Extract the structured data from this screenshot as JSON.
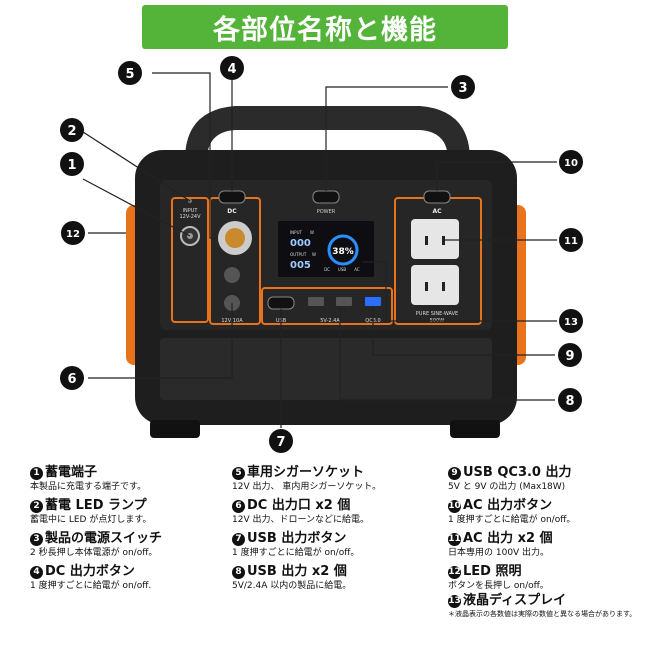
{
  "banner": {
    "title": "各部位名称と機能"
  },
  "device": {
    "input_label": "INPUT",
    "input_voltage": "12V-24V",
    "dc_label": "DC",
    "power_label": "POWER",
    "ac_label": "AC",
    "dc_rating": "12V/10A",
    "usb_label": "USB",
    "usb_rating": "5V-2.4A",
    "qc_label": "QC3.0",
    "sine_label": "PURE SINE-WAVE",
    "watt_label": "500W",
    "lcd": {
      "input_text": "INPUT",
      "input_value": "000",
      "output_text": "OUTPUT",
      "output_value": "005",
      "unit": "W",
      "percent": "38%",
      "tags": [
        "DC",
        "USB",
        "AC"
      ]
    }
  },
  "callout_numbers": [
    "1",
    "2",
    "3",
    "4",
    "5",
    "6",
    "7",
    "8",
    "9",
    "10",
    "11",
    "12",
    "13"
  ],
  "descriptions": {
    "col1": [
      {
        "num": "1",
        "title": "蓄電端子",
        "sub": "本製品に充電する端子です。"
      },
      {
        "num": "2",
        "title": "蓄電 LED ランプ",
        "sub": "蓄電中に LED が点灯します。"
      },
      {
        "num": "3",
        "title": "製品の電源スイッチ",
        "sub": "2 秒長押し本体電源が on/off。"
      },
      {
        "num": "4",
        "title": "DC 出力ボタン",
        "sub": "1 度押すごとに給電が on/off."
      }
    ],
    "col2": [
      {
        "num": "5",
        "title": "車用シガーソケット",
        "sub": "12V 出力、 車内用シガーソケット。"
      },
      {
        "num": "6",
        "title": "DC 出力口 x2 個",
        "sub": "12V 出力、ドローンなどに給電。"
      },
      {
        "num": "7",
        "title": "USB 出力ボタン",
        "sub": "1 度押すごとに給電が on/off。"
      },
      {
        "num": "8",
        "title": "USB 出力 x2 個",
        "sub": "5V/2.4A 以内の製品に給電。"
      }
    ],
    "col3": [
      {
        "num": "9",
        "title": "USB QC3.0 出力",
        "sub": "5V と 9V の出力 (Max18W)"
      },
      {
        "num": "10",
        "title": "AC 出力ボタン",
        "sub": "1 度押すごとに給電が on/off。"
      },
      {
        "num": "11",
        "title": "AC 出力 x2 個",
        "sub": "日本専用の 100V 出力。"
      },
      {
        "num": "12",
        "title": "LED 照明",
        "sub": "ボタンを長押し on/off。"
      },
      {
        "num": "13",
        "title": "液晶ディスプレイ",
        "sub": "",
        "note": "＊液晶表示の各数値は実際の数値と異なる場合があります。"
      }
    ]
  },
  "colors": {
    "banner": "#54b43a",
    "accent": "#e8731c",
    "body": "#1e1e1e",
    "lcd_ring": "#2a8fff"
  }
}
